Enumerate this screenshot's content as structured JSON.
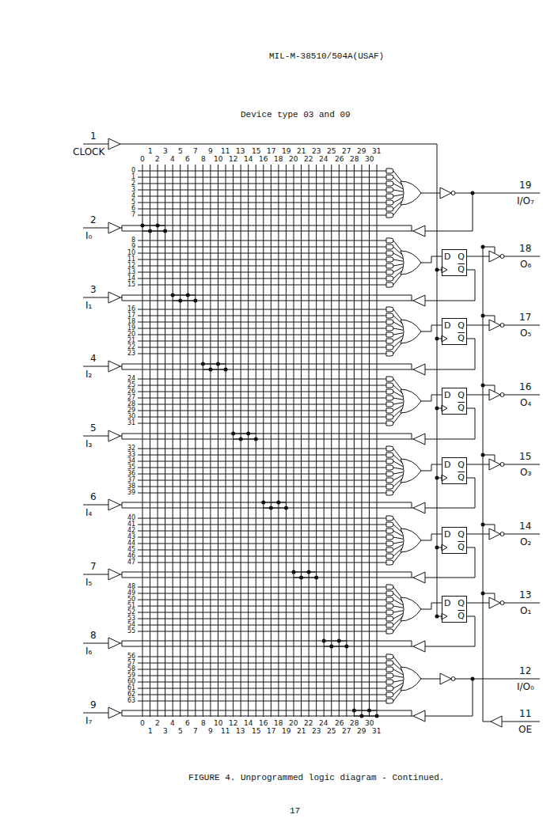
{
  "diagram": {
    "title": "Device type 03 and 09",
    "caption": "FIGURE 4. Unprogrammed logic diagram - Continued.",
    "nodes": [
      {
        "text": [
          "D",
          "Q",
          "Q"
        ]
      },
      {
        "text": [
          "D",
          "Q",
          "Q"
        ]
      },
      {
        "text": [
          "D",
          "Q",
          "Q"
        ]
      },
      {
        "text": [
          "D",
          "Q",
          "Q"
        ]
      },
      {
        "text": [
          "D",
          "Q",
          "Q"
        ]
      },
      {
        "text": [
          "D",
          "Q",
          "Q"
        ]
      }
    ],
    "labels": [
      "MIL-M-38510/504A(USAF)",
      "1",
      "CLOCK",
      "19",
      "I/O₇",
      "2",
      "I₀",
      "18",
      "O₆",
      "3",
      "I₁",
      "17",
      "O₅",
      "4",
      "I₂",
      "16",
      "O₄",
      "5",
      "I₃",
      "15",
      "O₃",
      "6",
      "I₄",
      "14",
      "O₂",
      "7",
      "I₅",
      "13",
      "O₁",
      "8",
      "I₆",
      "12",
      "I/O₀",
      "9",
      "I₇",
      "11",
      "OE",
      "0",
      "1",
      "2",
      "3",
      "4",
      "5",
      "6",
      "7",
      "8",
      "9",
      "10",
      "11",
      "12",
      "13",
      "14",
      "15",
      "16",
      "17",
      "18",
      "19",
      "20",
      "21",
      "22",
      "23",
      "24",
      "25",
      "26",
      "27",
      "28",
      "29",
      "30",
      "31",
      "0",
      "1",
      "2",
      "3",
      "4",
      "5",
      "6",
      "7",
      "8",
      "9",
      "10",
      "11",
      "12",
      "13",
      "14",
      "15",
      "16",
      "17",
      "18",
      "19",
      "20",
      "21",
      "22",
      "23",
      "24",
      "25",
      "26",
      "27",
      "28",
      "29",
      "30",
      "31",
      "32",
      "33",
      "34",
      "35",
      "36",
      "37",
      "38",
      "39",
      "40",
      "41",
      "42",
      "43",
      "44",
      "45",
      "46",
      "47",
      "48",
      "49",
      "50",
      "51",
      "52",
      "53",
      "54",
      "55",
      "56",
      "57",
      "58",
      "59",
      "60",
      "61",
      "62",
      "63",
      "0",
      "1",
      "2",
      "3",
      "4",
      "5",
      "6",
      "7",
      "8",
      "9",
      "10",
      "11",
      "12",
      "13",
      "14",
      "15",
      "16",
      "17",
      "18",
      "19",
      "20",
      "21",
      "22",
      "23",
      "24",
      "25",
      "26",
      "27",
      "28",
      "29",
      "30",
      "31",
      "17"
    ]
  }
}
